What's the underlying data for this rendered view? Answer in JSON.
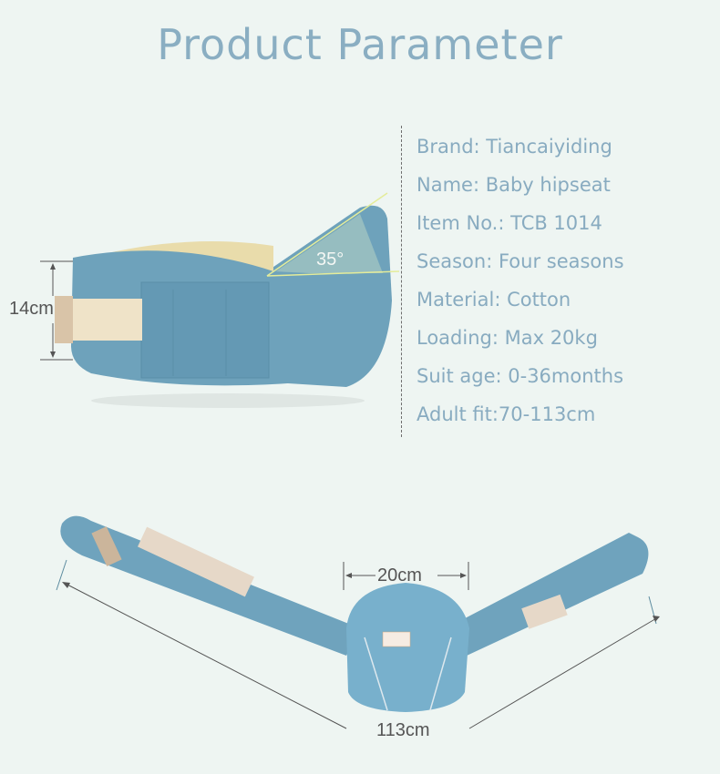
{
  "header": {
    "title": "Product Parameter"
  },
  "parameters": [
    "Brand: Tiancaiyiding",
    "Name: Baby hipseat",
    "Item No.: TCB 1014",
    "Season: Four seasons",
    "Material: Cotton",
    "Loading: Max 20kg",
    "Suit age: 0-36months",
    "Adult fit:70-113cm"
  ],
  "side_view": {
    "height_label": "14cm",
    "angle_label": "35°"
  },
  "top_view": {
    "seat_width_label": "20cm",
    "belt_length_label": "113cm"
  },
  "colors": {
    "background": "#eef5f2",
    "text_accent": "#88abc0",
    "product_blue": "#6fa3bd",
    "strap_beige": "#efe3c8"
  }
}
